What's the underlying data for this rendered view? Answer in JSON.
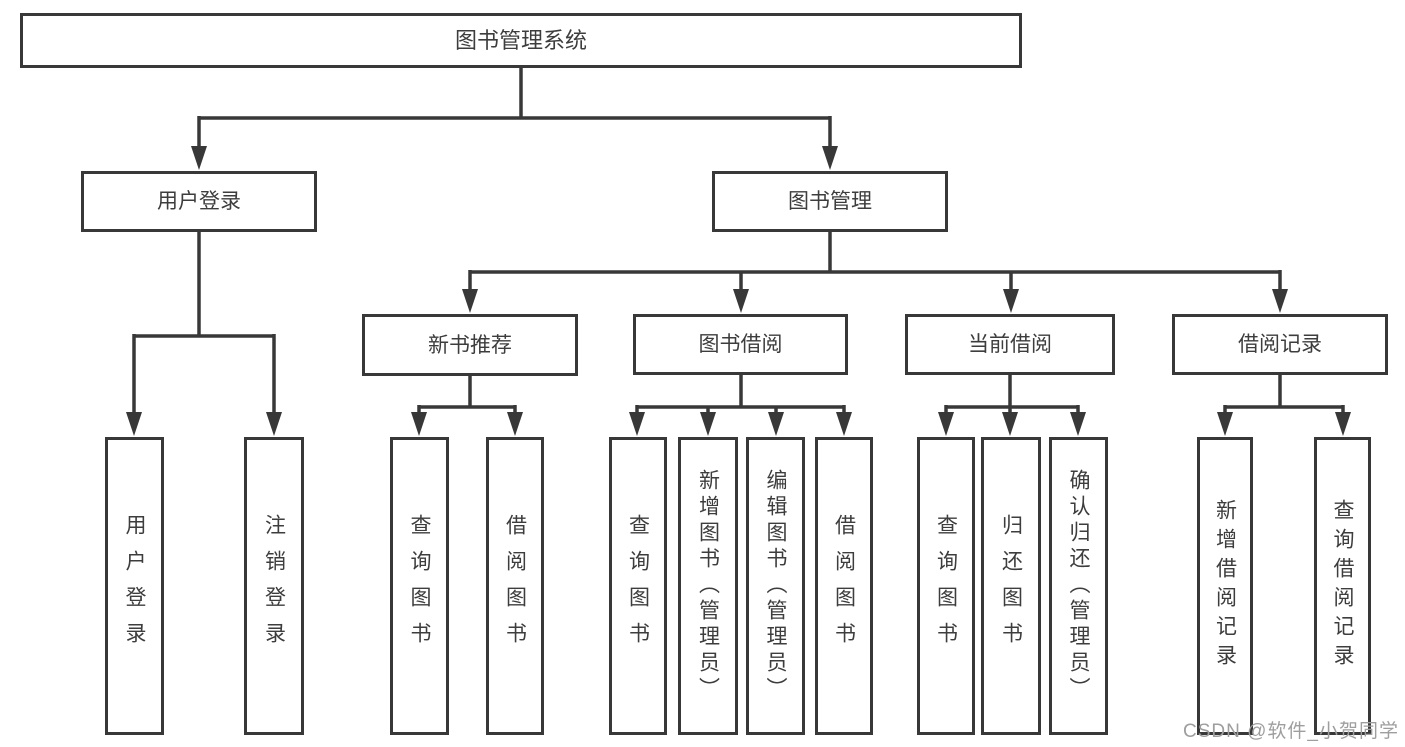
{
  "tree": {
    "root": {
      "label": "图书管理系统"
    },
    "branches": [
      {
        "label": "用户登录",
        "children": [
          {
            "label": "用户登录"
          },
          {
            "label": "注销登录"
          }
        ]
      },
      {
        "label": "图书管理",
        "children": [
          {
            "label": "新书推荐",
            "children": [
              {
                "label": "查询图书"
              },
              {
                "label": "借阅图书"
              }
            ]
          },
          {
            "label": "图书借阅",
            "children": [
              {
                "label": "查询图书"
              },
              {
                "label": "新增图书（管理员）"
              },
              {
                "label": "编辑图书（管理员）"
              },
              {
                "label": "借阅图书"
              }
            ]
          },
          {
            "label": "当前借阅",
            "children": [
              {
                "label": "查询图书"
              },
              {
                "label": "归还图书"
              },
              {
                "label": "确认归还（管理员）"
              }
            ]
          },
          {
            "label": "借阅记录",
            "children": [
              {
                "label": "新增借阅记录"
              },
              {
                "label": "查询借阅记录"
              }
            ]
          }
        ]
      }
    ]
  },
  "watermark": {
    "text": "CSDN @软件_小贺同学"
  },
  "colors": {
    "line": "#383838",
    "text": "#3d3d3d",
    "watermark": "#9e9e9e",
    "box_background": "#ffffff"
  }
}
